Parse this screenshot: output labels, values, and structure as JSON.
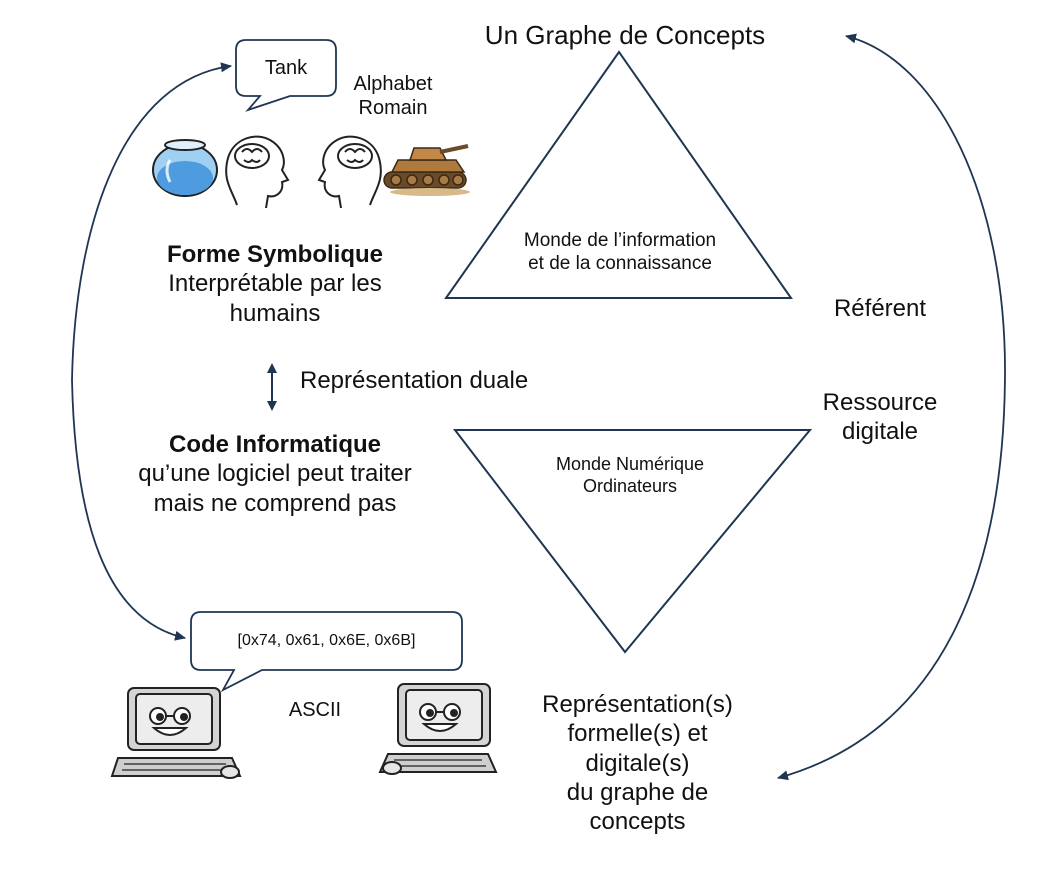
{
  "top_title": "Un Graphe de Concepts",
  "upper_triangle": {
    "line1": "Monde de l’information",
    "line2": "et de la connaissance"
  },
  "lower_triangle": {
    "line1": "Monde Numérique",
    "line2": "Ordinateurs"
  },
  "referent": "Référent",
  "ressource": {
    "line1": "Ressource",
    "line2": "digitale"
  },
  "bubble_top": "Tank",
  "alphabet": {
    "line1": "Alphabet",
    "line2": "Romain"
  },
  "forme": {
    "title": "Forme Symbolique",
    "line1": "Interprétable par les",
    "line2": "humains"
  },
  "dual": "Représentation duale",
  "code": {
    "title": "Code Informatique",
    "line1": "qu’une logiciel peut traiter",
    "line2": "mais ne comprend pas"
  },
  "bubble_bottom": "[0x74, 0x61, 0x6E, 0x6B]",
  "ascii": "ASCII",
  "representations": {
    "line1": "Représentation(s)",
    "line2": "formelle(s) et",
    "line3": "digitale(s)",
    "line4": "du graphe de",
    "line5": "concepts"
  },
  "icons": [
    "fishbowl-icon",
    "human-head-brain-icon",
    "tank-icon",
    "computer-character-icon"
  ],
  "colors": {
    "stroke": "#1f3552",
    "text": "#111111",
    "bowl": "#6fb0e6",
    "tank": "#b07a3c"
  }
}
